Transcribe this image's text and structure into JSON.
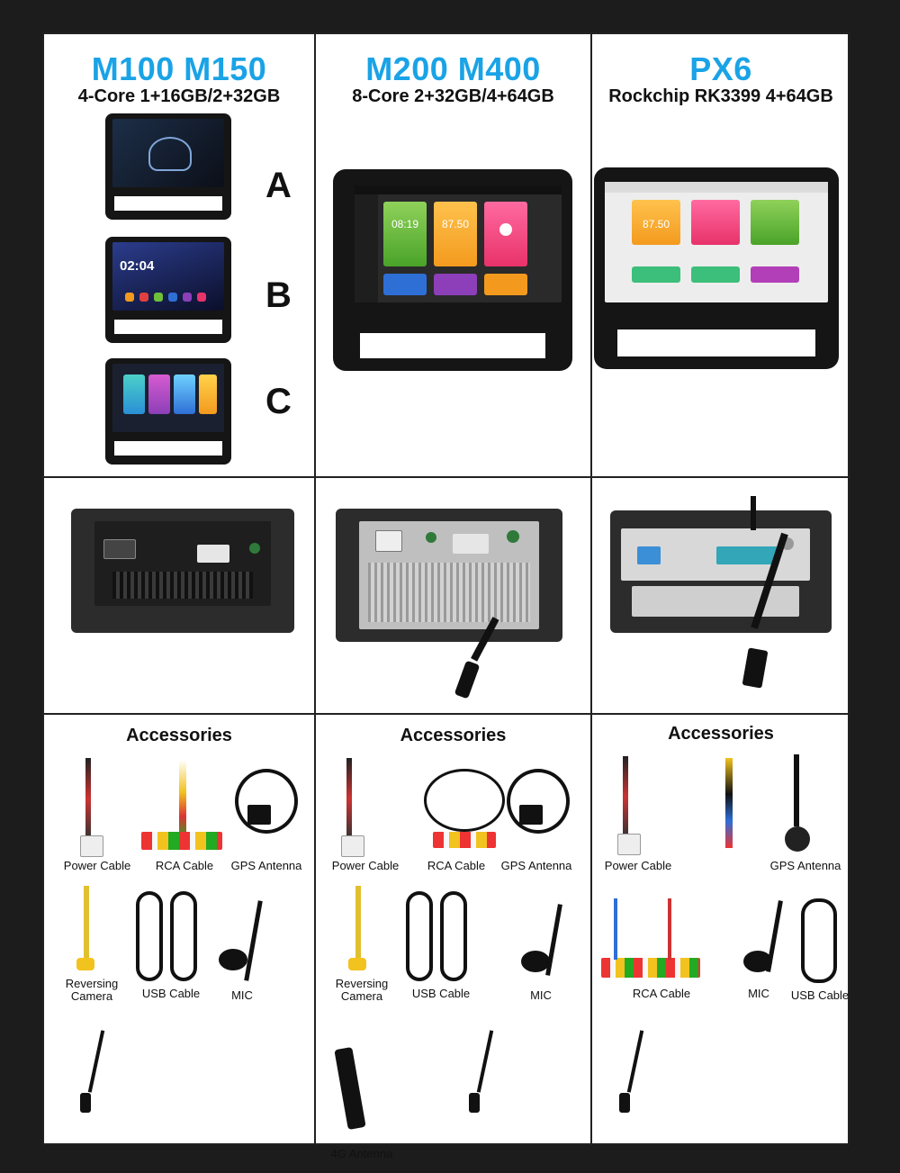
{
  "columns": [
    {
      "title": "M100 M150",
      "subtitle": "4-Core 1+16GB/2+32GB",
      "variants": [
        "A",
        "B",
        "C"
      ],
      "screen_b": {
        "time": "02:04"
      },
      "accessories_title": "Accessories",
      "accessories": [
        "Power Cable",
        "RCA Cable",
        "GPS Antenna",
        "Reversing Camera",
        "USB Cable",
        "MIC"
      ]
    },
    {
      "title": "M200 M400",
      "subtitle": "8-Core 2+32GB/4+64GB",
      "screen": {
        "clock": "08:19",
        "radio": "87.50"
      },
      "accessories_title": "Accessories",
      "accessories": [
        "Power Cable",
        "RCA Cable",
        "GPS Antenna",
        "Reversing Camera",
        "USB Cable",
        "MIC",
        "4G Antenna"
      ]
    },
    {
      "title": "PX6",
      "subtitle": "Rockchip RK3399 4+64GB",
      "screen": {
        "radio": "87.50"
      },
      "accessories_title": "Accessories",
      "accessories": [
        "Power Cable",
        "GPS Antenna",
        "RCA Cable",
        "MIC",
        "USB Cable"
      ]
    }
  ],
  "colors": {
    "title_blue": "#1aa3e6",
    "frame": "#1c1c1c",
    "tile_green": "#6fbf3a",
    "tile_orange": "#f39a1e",
    "tile_pink": "#e8326a",
    "tile_blue": "#2e6fd6",
    "tile_purple": "#8c3fb8",
    "tile_red": "#e24040"
  }
}
